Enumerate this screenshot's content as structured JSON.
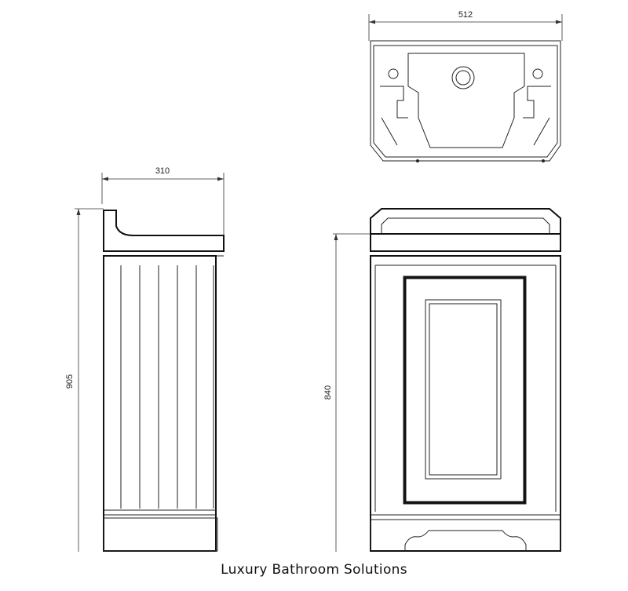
{
  "dimensions": {
    "top_width": "512",
    "side_depth": "310",
    "side_height": "905",
    "front_height": "840"
  },
  "footer": {
    "brand_text": "Luxury Bathroom Solutions"
  }
}
